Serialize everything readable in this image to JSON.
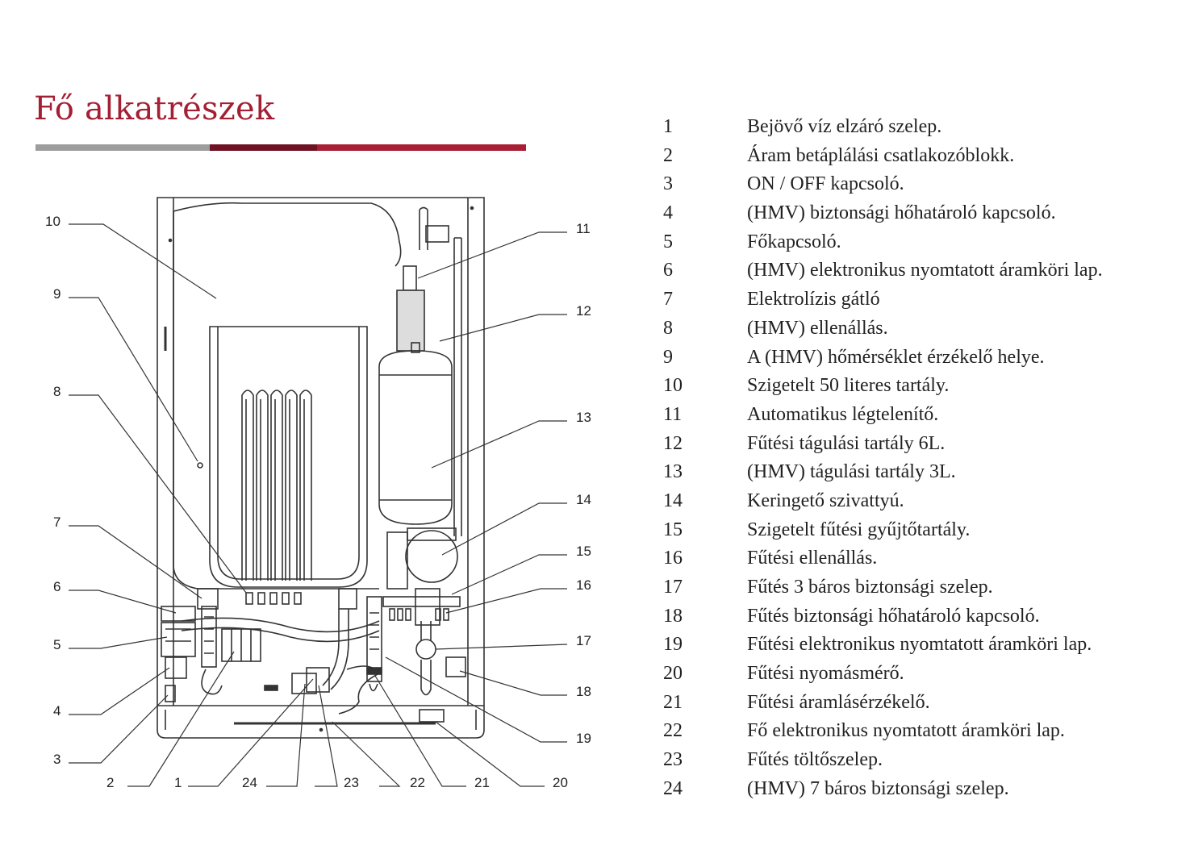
{
  "title": "Fő alkatrészek",
  "colors": {
    "title": "#a31f34",
    "rule_gray": "#9d9d9d",
    "rule_dark": "#6f1224",
    "rule_red": "#a81e32"
  },
  "callouts": [
    "10",
    "9",
    "8",
    "7",
    "6",
    "5",
    "4",
    "3",
    "2",
    "1",
    "24",
    "23",
    "22",
    "21",
    "20",
    "19",
    "18",
    "17",
    "16",
    "15",
    "14",
    "13",
    "12",
    "11"
  ],
  "legend": [
    {
      "num": "1",
      "text": "Bejövő víz elzáró szelep."
    },
    {
      "num": "2",
      "text": "Áram betáplálási csatlakozóblokk."
    },
    {
      "num": "3",
      "text": "ON / OFF kapcsoló."
    },
    {
      "num": "4",
      "text": "(HMV) biztonsági hőhatároló kapcsoló."
    },
    {
      "num": "5",
      "text": "Főkapcsoló."
    },
    {
      "num": "6",
      "text": "(HMV) elektronikus nyomtatott áramköri lap."
    },
    {
      "num": "7",
      "text": "Elektrolízis gátló"
    },
    {
      "num": "8",
      "text": "(HMV) ellenállás."
    },
    {
      "num": "9",
      "text": "A (HMV) hőmérséklet érzékelő helye."
    },
    {
      "num": "10",
      "text": "Szigetelt 50 literes tartály."
    },
    {
      "num": "11",
      "text": "Automatikus légtelenítő."
    },
    {
      "num": "12",
      "text": "Fűtési tágulási tartály 6L."
    },
    {
      "num": "13",
      "text": "(HMV) tágulási tartály 3L."
    },
    {
      "num": "14",
      "text": "Keringető szivattyú."
    },
    {
      "num": "15",
      "text": "Szigetelt fűtési gyűjtőtartály."
    },
    {
      "num": "16",
      "text": "Fűtési ellenállás."
    },
    {
      "num": "17",
      "text": "Fűtés 3 báros biztonsági szelep."
    },
    {
      "num": "18",
      "text": "Fűtés biztonsági hőhatároló kapcsoló."
    },
    {
      "num": "19",
      "text": "Fűtési elektronikus nyomtatott áramköri lap."
    },
    {
      "num": "20",
      "text": "Fűtési nyomásmérő."
    },
    {
      "num": "21",
      "text": "Fűtési áramlásérzékelő."
    },
    {
      "num": "22",
      "text": "Fő elektronikus nyomtatott áramköri lap."
    },
    {
      "num": "23",
      "text": "Fűtés töltőszelep."
    },
    {
      "num": "24",
      "text": "(HMV) 7 báros biztonsági szelep."
    }
  ]
}
